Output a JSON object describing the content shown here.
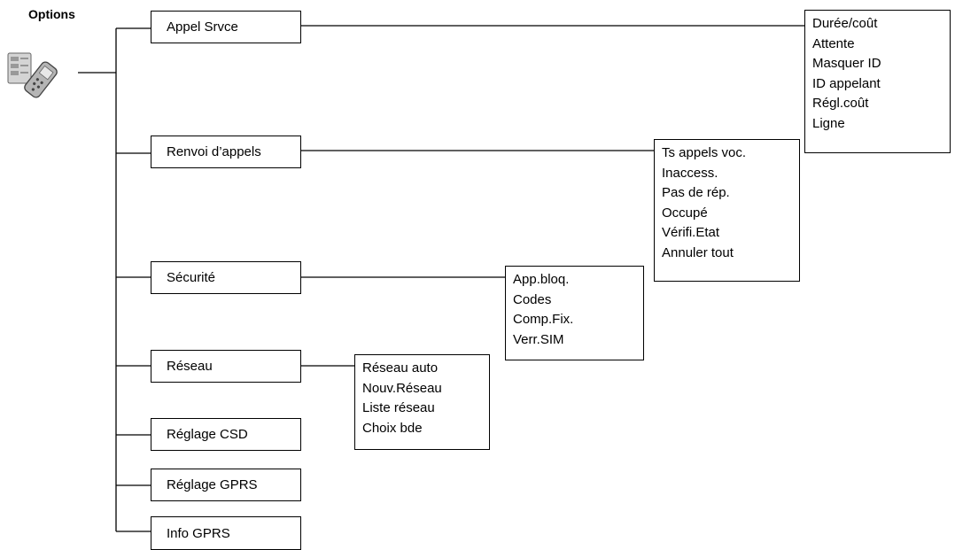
{
  "header": {
    "title": "Options"
  },
  "icon": {
    "name": "phone-settings-icon"
  },
  "menu": {
    "appel_srvce": {
      "label": "Appel Srvce",
      "submenu": [
        "Durée/coût",
        "Attente",
        "Masquer ID",
        "ID appelant",
        "Régl.coût",
        "Ligne"
      ]
    },
    "renvoi": {
      "label": "Renvoi d’appels",
      "submenu": [
        "Ts appels voc.",
        "Inaccess.",
        "Pas de rép.",
        "Occupé",
        "Vérifi.Etat",
        "Annuler tout"
      ]
    },
    "securite": {
      "label": "Sécurité",
      "submenu": [
        "App.bloq.",
        "Codes",
        "Comp.Fix.",
        "Verr.SIM"
      ]
    },
    "reseau": {
      "label": "Réseau",
      "submenu": [
        "Réseau auto",
        "Nouv.Réseau",
        "Liste réseau",
        "Choix bde"
      ]
    },
    "reglage_csd": {
      "label": "Réglage CSD"
    },
    "reglage_gprs": {
      "label": "Réglage GPRS"
    },
    "info_gprs": {
      "label": "Info GPRS"
    }
  }
}
